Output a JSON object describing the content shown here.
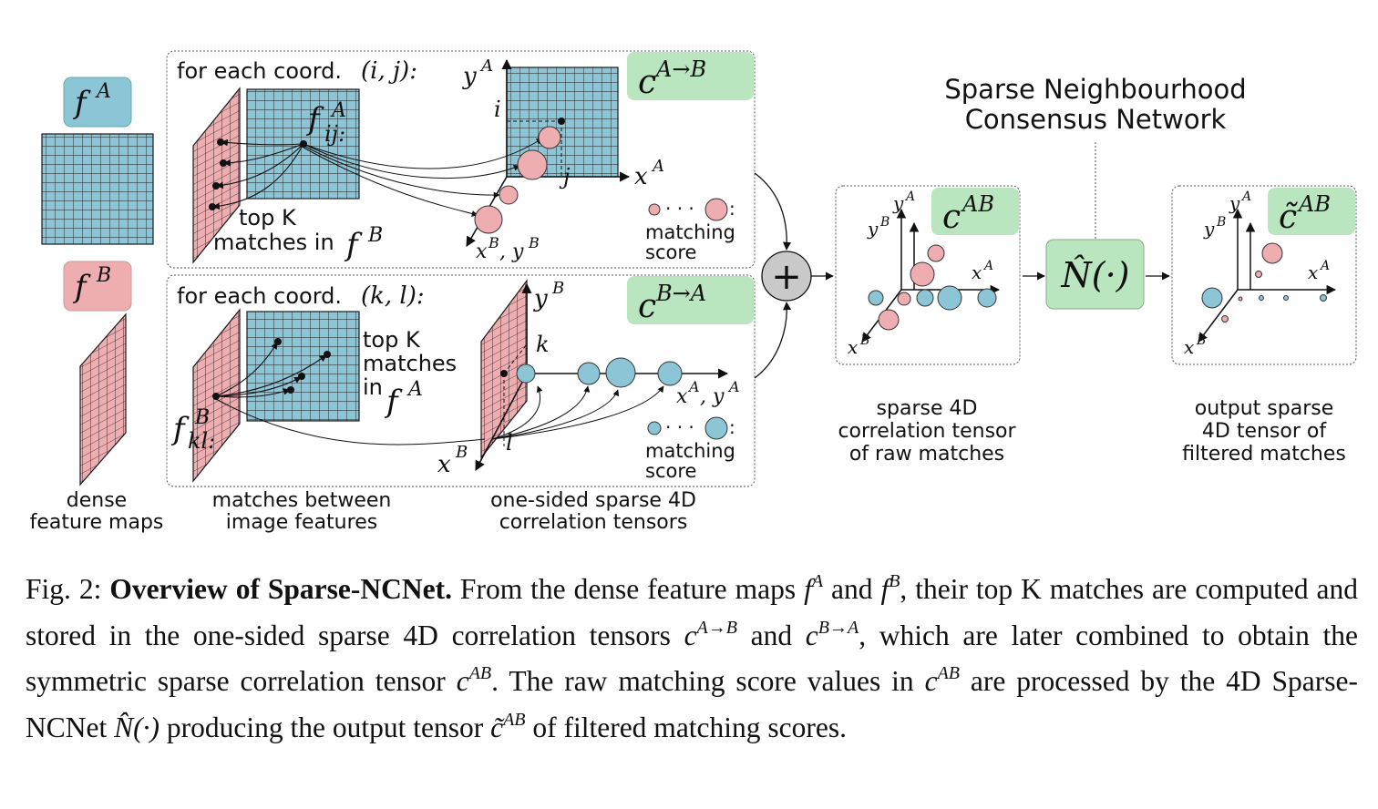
{
  "colors": {
    "blue": "#8cc5d6",
    "pink": "#eeadb1",
    "green": "#b9e6bf",
    "gray_circle": "#c9c9c9",
    "stroke": "#1a1a1a"
  },
  "labels": {
    "fA": "f",
    "fA_sup": "A",
    "fB": "f",
    "fB_sup": "B",
    "dense": [
      "dense",
      "feature maps"
    ],
    "matches_between": [
      "matches between",
      "image features"
    ],
    "one_sided": [
      "one-sided sparse 4D",
      "correlation tensors"
    ],
    "sparse4d": [
      "sparse 4D",
      "correlation tensor",
      "of raw matches"
    ],
    "output": [
      "output sparse",
      "4D tensor of",
      "filtered matches"
    ],
    "network": [
      "Sparse Neighbourhood",
      "Consensus Network"
    ],
    "for_each_ij": "for each coord.",
    "ij": "(i, j):",
    "for_each_kl": "for each coord.",
    "kl": "(k, l):",
    "topk_1": [
      "top K",
      "matches in"
    ],
    "topk_2": [
      "top K",
      "matches",
      "in"
    ],
    "matching_score": [
      "matching",
      "score"
    ],
    "cAB_label": "c",
    "cAB_sup": "A→B",
    "cBA_label": "c",
    "cBA_sup": "B→A",
    "cab": "c",
    "cab_sup": "AB",
    "ctilde": "c̃",
    "ctilde_sup": "AB",
    "N_op": "N̂(·)",
    "plus": "+",
    "fij": "f",
    "fij_sup": "A",
    "fij_sub": "ij:",
    "fkl": "f",
    "fkl_sup": "B",
    "fkl_sub": "kl:",
    "axis_yA": "y",
    "axis_xA": "x",
    "axis_A": "A",
    "axis_B": "B",
    "axis_i": "i",
    "axis_j": "j",
    "axis_k": "k",
    "axis_l": "l",
    "axis_xByB": "x",
    "axis_xAyA": "x",
    "dots": "· · ·",
    "colon": ":",
    "comma_y": ", y"
  },
  "caption": {
    "fig_label": "Fig. 2:",
    "title": "Overview of Sparse-NCNet.",
    "t1": " From the dense feature maps ",
    "t2": " and ",
    "t3": ", their top K matches are computed and stored in the one-sided sparse 4D correlation tensors ",
    "t4": " and ",
    "t5": ", which are later combined to obtain the symmetric sparse correlation tensor ",
    "t6": ". The raw matching score values in ",
    "t7": " are processed by the 4D Sparse-NCNet ",
    "t8": " producing the output tensor ",
    "t9": " of filtered matching scores.",
    "f": "f",
    "A": "A",
    "B": "B",
    "c": "c",
    "AtoB": "A→B",
    "BtoA": "B→A",
    "AB": "AB",
    "N": "N̂(·)",
    "ctilde": "c̃"
  }
}
